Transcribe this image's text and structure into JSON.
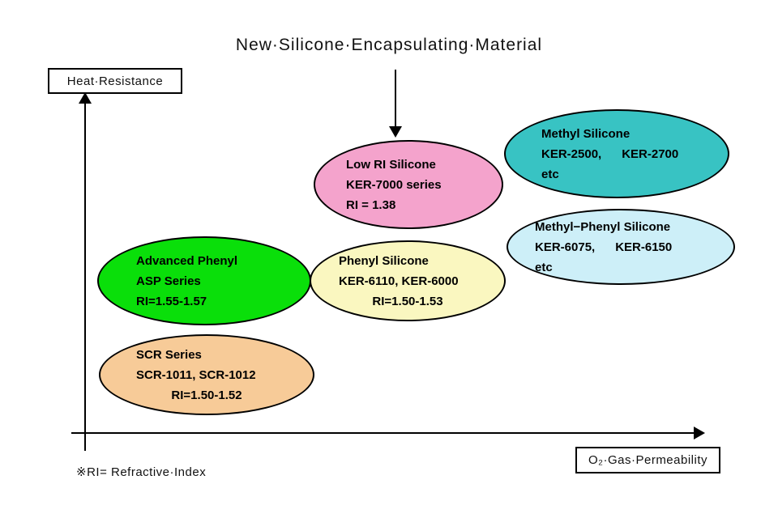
{
  "title": "New·Silicone·Encapsulating·Material",
  "axes": {
    "y_label": "Heat·Resistance",
    "x_label": "O₂·Gas·Permeability"
  },
  "footnote": "※RI= Refractive·Index",
  "colors": {
    "low_ri_silicone": "#F4A3CC",
    "methyl_silicone": "#38C3C3",
    "methyl_phenyl_silicone": "#CDEFF8",
    "advanced_phenyl": "#0ADF0A",
    "phenyl_silicone": "#FAF7C0",
    "scr_series": "#F7CB98",
    "outline": "#000000"
  },
  "bubbles": [
    {
      "name": "low-ri-silicone",
      "lines": [
        "Low RI Silicone",
        "KER-7000 series",
        "RI = 1.38"
      ]
    },
    {
      "name": "methyl-silicone",
      "lines": [
        "Methyl Silicone",
        "KER-2500,      KER-2700",
        "etc"
      ]
    },
    {
      "name": "methyl-phenyl-silicone",
      "lines": [
        "Methyl−Phenyl Silicone",
        "KER-6075,      KER-6150",
        "etc"
      ]
    },
    {
      "name": "advanced-phenyl",
      "lines": [
        "Advanced Phenyl",
        "ASP Series",
        "RI=1.55-1.57"
      ]
    },
    {
      "name": "phenyl-silicone",
      "lines": [
        "Phenyl Silicone",
        "KER-6110, KER-6000",
        "RI=1.50-1.53"
      ]
    },
    {
      "name": "scr-series",
      "lines": [
        "SCR Series",
        "SCR-1011, SCR-1012",
        "RI=1.50-1.52"
      ]
    }
  ]
}
